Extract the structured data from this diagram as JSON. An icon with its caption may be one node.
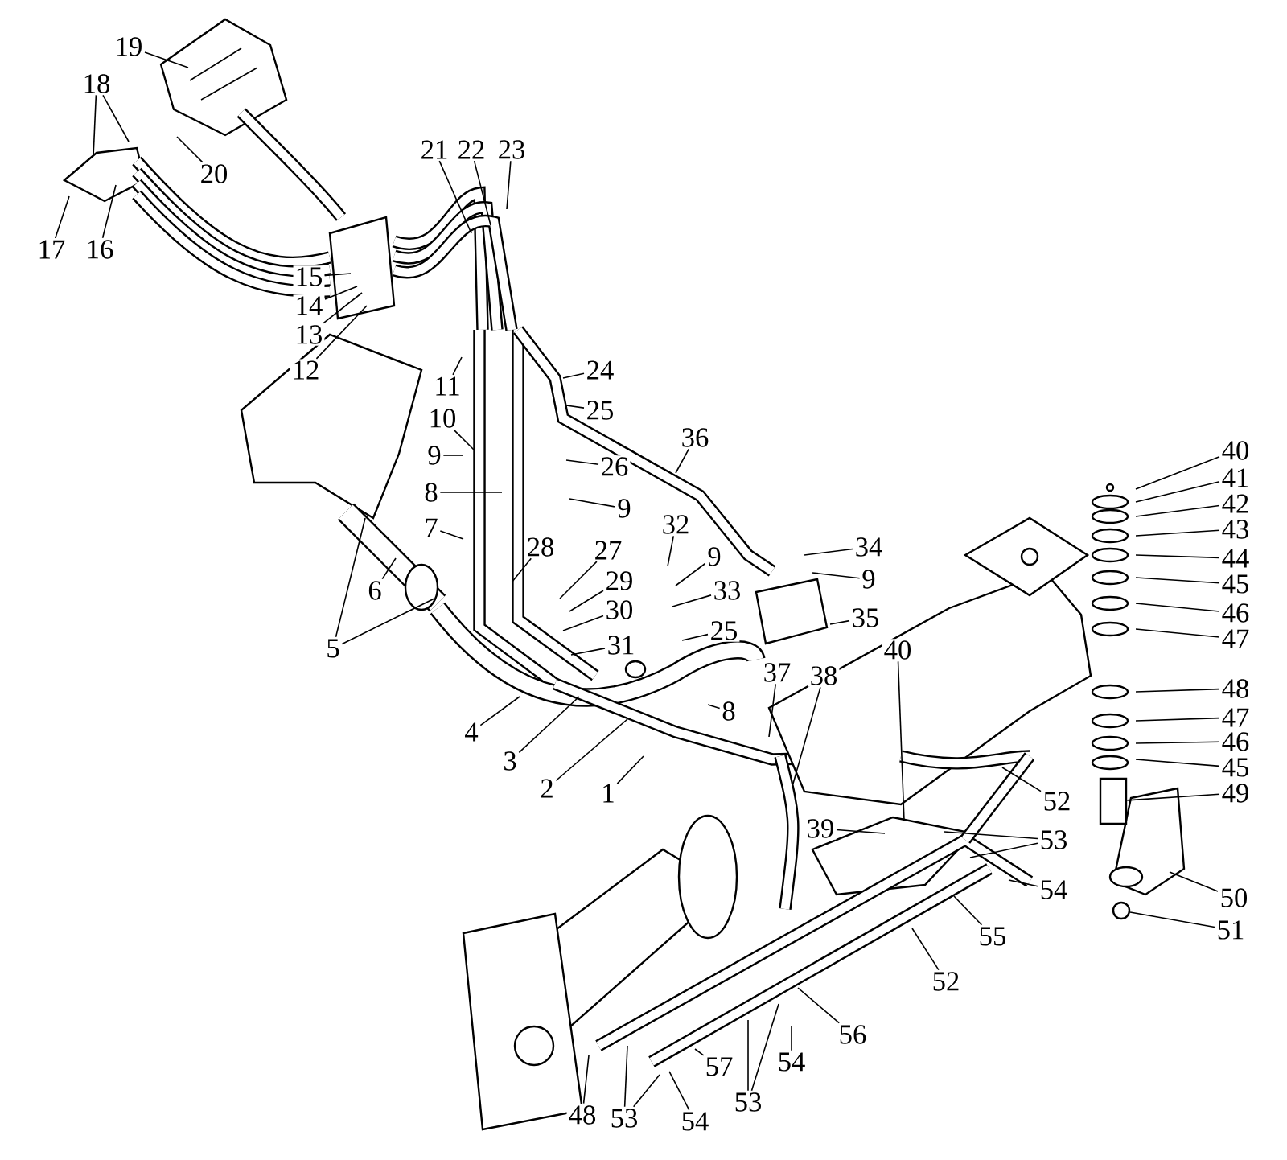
{
  "diagram": {
    "nodes": [
      {
        "text": [
          "1"
        ]
      },
      {
        "text": [
          "2"
        ]
      },
      {
        "text": [
          "3"
        ]
      },
      {
        "text": [
          "4"
        ]
      },
      {
        "text": [
          "5"
        ]
      },
      {
        "text": [
          "6"
        ]
      },
      {
        "text": [
          "7"
        ]
      },
      {
        "text": [
          "8"
        ]
      },
      {
        "text": [
          "9"
        ]
      },
      {
        "text": [
          "10"
        ]
      },
      {
        "text": [
          "11"
        ]
      },
      {
        "text": [
          "12"
        ]
      },
      {
        "text": [
          "13"
        ]
      },
      {
        "text": [
          "14"
        ]
      },
      {
        "text": [
          "15"
        ]
      },
      {
        "text": [
          "16"
        ]
      },
      {
        "text": [
          "17"
        ]
      },
      {
        "text": [
          "18"
        ]
      },
      {
        "text": [
          "19"
        ]
      },
      {
        "text": [
          "20"
        ]
      },
      {
        "text": [
          "21"
        ]
      },
      {
        "text": [
          "22"
        ]
      },
      {
        "text": [
          "23"
        ]
      },
      {
        "text": [
          "24"
        ]
      },
      {
        "text": [
          "25"
        ]
      },
      {
        "text": [
          "26"
        ]
      },
      {
        "text": [
          "9"
        ]
      },
      {
        "text": [
          "28"
        ]
      },
      {
        "text": [
          "27"
        ]
      },
      {
        "text": [
          "29"
        ]
      },
      {
        "text": [
          "30"
        ]
      },
      {
        "text": [
          "31"
        ]
      },
      {
        "text": [
          "32"
        ]
      },
      {
        "text": [
          "9"
        ]
      },
      {
        "text": [
          "33"
        ]
      },
      {
        "text": [
          "25"
        ]
      },
      {
        "text": [
          "34"
        ]
      },
      {
        "text": [
          "9"
        ]
      },
      {
        "text": [
          "35"
        ]
      },
      {
        "text": [
          "36"
        ]
      },
      {
        "text": [
          "37"
        ]
      },
      {
        "text": [
          "38"
        ]
      },
      {
        "text": [
          "8"
        ]
      },
      {
        "text": [
          "39"
        ]
      },
      {
        "text": [
          "40"
        ]
      },
      {
        "text": [
          "40"
        ]
      },
      {
        "text": [
          "41"
        ]
      },
      {
        "text": [
          "42"
        ]
      },
      {
        "text": [
          "43"
        ]
      },
      {
        "text": [
          "44"
        ]
      },
      {
        "text": [
          "45"
        ]
      },
      {
        "text": [
          "46"
        ]
      },
      {
        "text": [
          "47"
        ]
      },
      {
        "text": [
          "48"
        ]
      },
      {
        "text": [
          "47"
        ]
      },
      {
        "text": [
          "46"
        ]
      },
      {
        "text": [
          "45"
        ]
      },
      {
        "text": [
          "49"
        ]
      },
      {
        "text": [
          "50"
        ]
      },
      {
        "text": [
          "51"
        ]
      },
      {
        "text": [
          "52"
        ]
      },
      {
        "text": [
          "53"
        ]
      },
      {
        "text": [
          "54"
        ]
      },
      {
        "text": [
          "55"
        ]
      },
      {
        "text": [
          "52"
        ]
      },
      {
        "text": [
          "56"
        ]
      },
      {
        "text": [
          "54"
        ]
      },
      {
        "text": [
          "53"
        ]
      },
      {
        "text": [
          "57"
        ]
      },
      {
        "text": [
          "54"
        ]
      },
      {
        "text": [
          "53"
        ]
      },
      {
        "text": [
          "48"
        ]
      },
      {
        "text": [],
        "shape": "bar"
      },
      {
        "text": [],
        "shape": "circle"
      }
    ],
    "edges": [
      {
        "from": 0,
        "to": null,
        "arrow": "none"
      },
      {
        "from": 1,
        "to": null,
        "arrow": "none"
      },
      {
        "from": 2,
        "to": null,
        "arrow": "none"
      },
      {
        "from": 3,
        "to": null,
        "arrow": "none"
      },
      {
        "from": 4,
        "to": null,
        "arrow": "none"
      },
      {
        "from": 4,
        "to": null,
        "arrow": "none"
      },
      {
        "from": 5,
        "to": null,
        "arrow": "none"
      },
      {
        "from": 6,
        "to": null,
        "arrow": "none"
      },
      {
        "from": 7,
        "to": null,
        "arrow": "none"
      },
      {
        "from": 8,
        "to": null,
        "arrow": "none"
      },
      {
        "from": 9,
        "to": null,
        "arrow": "none"
      },
      {
        "from": 10,
        "to": null,
        "arrow": "none"
      },
      {
        "from": 11,
        "to": null,
        "arrow": "none"
      },
      {
        "from": 12,
        "to": null,
        "arrow": "none"
      },
      {
        "from": 13,
        "to": null,
        "arrow": "none"
      },
      {
        "from": 14,
        "to": null,
        "arrow": "none"
      },
      {
        "from": 15,
        "to": null,
        "arrow": "none"
      },
      {
        "from": 16,
        "to": null,
        "arrow": "none"
      },
      {
        "from": 17,
        "to": null,
        "arrow": "none"
      },
      {
        "from": 17,
        "to": null,
        "arrow": "none"
      },
      {
        "from": 18,
        "to": null,
        "arrow": "none"
      },
      {
        "from": 19,
        "to": null,
        "arrow": "none"
      },
      {
        "from": 20,
        "to": null,
        "arrow": "none"
      },
      {
        "from": 21,
        "to": null,
        "arrow": "none"
      },
      {
        "from": 22,
        "to": null,
        "arrow": "none"
      },
      {
        "from": 23,
        "to": null,
        "arrow": "none"
      },
      {
        "from": 24,
        "to": null,
        "arrow": "none"
      },
      {
        "from": 25,
        "to": null,
        "arrow": "none"
      },
      {
        "from": 26,
        "to": null,
        "arrow": "none"
      },
      {
        "from": 27,
        "to": null,
        "arrow": "none"
      },
      {
        "from": 28,
        "to": null,
        "arrow": "none"
      },
      {
        "from": 29,
        "to": null,
        "arrow": "none"
      },
      {
        "from": 30,
        "to": null,
        "arrow": "none"
      },
      {
        "from": 31,
        "to": null,
        "arrow": "none"
      },
      {
        "from": 32,
        "to": null,
        "arrow": "none"
      },
      {
        "from": 33,
        "to": null,
        "arrow": "none"
      },
      {
        "from": 34,
        "to": null,
        "arrow": "none"
      },
      {
        "from": 35,
        "to": null,
        "arrow": "none"
      },
      {
        "from": 36,
        "to": null,
        "arrow": "none"
      },
      {
        "from": 37,
        "to": null,
        "arrow": "none"
      },
      {
        "from": 38,
        "to": null,
        "arrow": "none"
      },
      {
        "from": 39,
        "to": null,
        "arrow": "none"
      },
      {
        "from": 40,
        "to": null,
        "arrow": "none"
      },
      {
        "from": 41,
        "to": null,
        "arrow": "none"
      },
      {
        "from": 42,
        "to": null,
        "arrow": "none"
      },
      {
        "from": 43,
        "to": null,
        "arrow": "none"
      },
      {
        "from": 44,
        "to": null,
        "arrow": "none"
      },
      {
        "from": 45,
        "to": null,
        "arrow": "none"
      },
      {
        "from": 46,
        "to": null,
        "arrow": "none"
      },
      {
        "from": 47,
        "to": null,
        "arrow": "none"
      },
      {
        "from": 48,
        "to": null,
        "arrow": "none"
      },
      {
        "from": 49,
        "to": null,
        "arrow": "none"
      },
      {
        "from": 50,
        "to": null,
        "arrow": "none"
      },
      {
        "from": 51,
        "to": null,
        "arrow": "none"
      },
      {
        "from": 52,
        "to": null,
        "arrow": "none"
      },
      {
        "from": 53,
        "to": null,
        "arrow": "none"
      },
      {
        "from": 54,
        "to": null,
        "arrow": "none"
      },
      {
        "from": 55,
        "to": null,
        "arrow": "none"
      },
      {
        "from": 56,
        "to": null,
        "arrow": "none"
      },
      {
        "from": 57,
        "to": 72,
        "arrow": "none"
      },
      {
        "from": 58,
        "to": null,
        "arrow": "none"
      },
      {
        "from": 59,
        "to": 73,
        "arrow": "none"
      },
      {
        "from": 60,
        "to": null,
        "arrow": "none"
      },
      {
        "from": 61,
        "to": null,
        "arrow": "none"
      },
      {
        "from": 61,
        "to": null,
        "arrow": "none"
      },
      {
        "from": 62,
        "to": null,
        "arrow": "none"
      },
      {
        "from": 63,
        "to": null,
        "arrow": "none"
      },
      {
        "from": 64,
        "to": null,
        "arrow": "none"
      },
      {
        "from": 65,
        "to": null,
        "arrow": "none"
      },
      {
        "from": 66,
        "to": null,
        "arrow": "none"
      },
      {
        "from": 67,
        "to": null,
        "arrow": "none"
      },
      {
        "from": 67,
        "to": null,
        "arrow": "none"
      },
      {
        "from": 68,
        "to": null,
        "arrow": "none"
      },
      {
        "from": 69,
        "to": null,
        "arrow": "none"
      },
      {
        "from": 70,
        "to": null,
        "arrow": "none"
      },
      {
        "from": 70,
        "to": null,
        "arrow": "none"
      },
      {
        "from": 71,
        "to": null,
        "arrow": "none"
      }
    ]
  }
}
